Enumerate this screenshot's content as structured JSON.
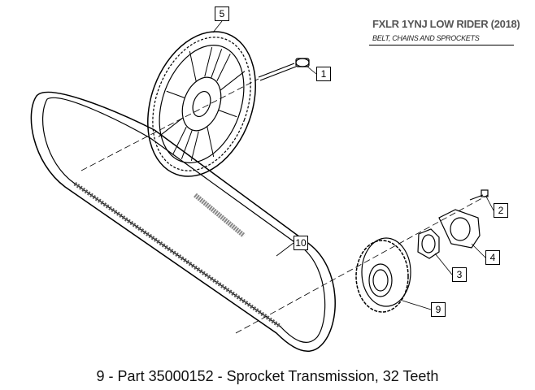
{
  "header": {
    "title": "FXLR 1YNJ LOW RIDER (2018)",
    "subtitle": "BELT, CHAINS AND SPROCKETS"
  },
  "callouts": {
    "c1": "1",
    "c2": "2",
    "c3": "3",
    "c4": "4",
    "c5": "5",
    "c9": "9",
    "c10": "10"
  },
  "caption": "9 - Part 35000152 -  Sprocket Transmission, 32 Teeth"
}
